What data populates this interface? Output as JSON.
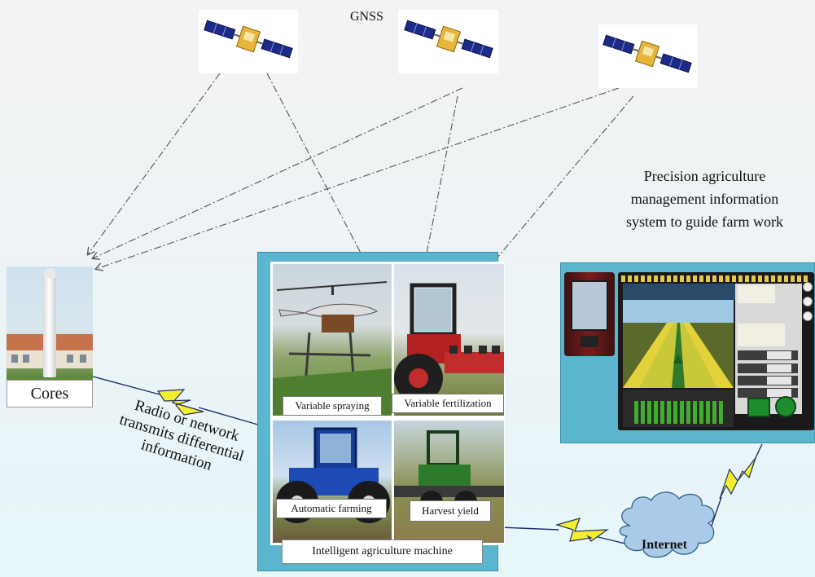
{
  "diagram": {
    "gnss_label": "GNSS",
    "cores_label": "Cores",
    "radio_lines": [
      "Radio or network",
      "transmits differential",
      "information"
    ],
    "machine_photos": [
      {
        "label": "Variable spraying"
      },
      {
        "label": "Variable fertilization"
      },
      {
        "label": "Automatic  farming"
      },
      {
        "label": "Harvest yield"
      }
    ],
    "machine_caption": "Intelligent agriculture machine",
    "precision_lines": [
      "Precision agriculture",
      "management information",
      "system to guide farm work"
    ],
    "internet_label": "Internet"
  },
  "colors": {
    "panel_blue": "#5ab6cf",
    "lightning_yellow": "#f4ef2c",
    "wire_navy": "#1f2f6b",
    "arrow_gray": "#555555"
  }
}
